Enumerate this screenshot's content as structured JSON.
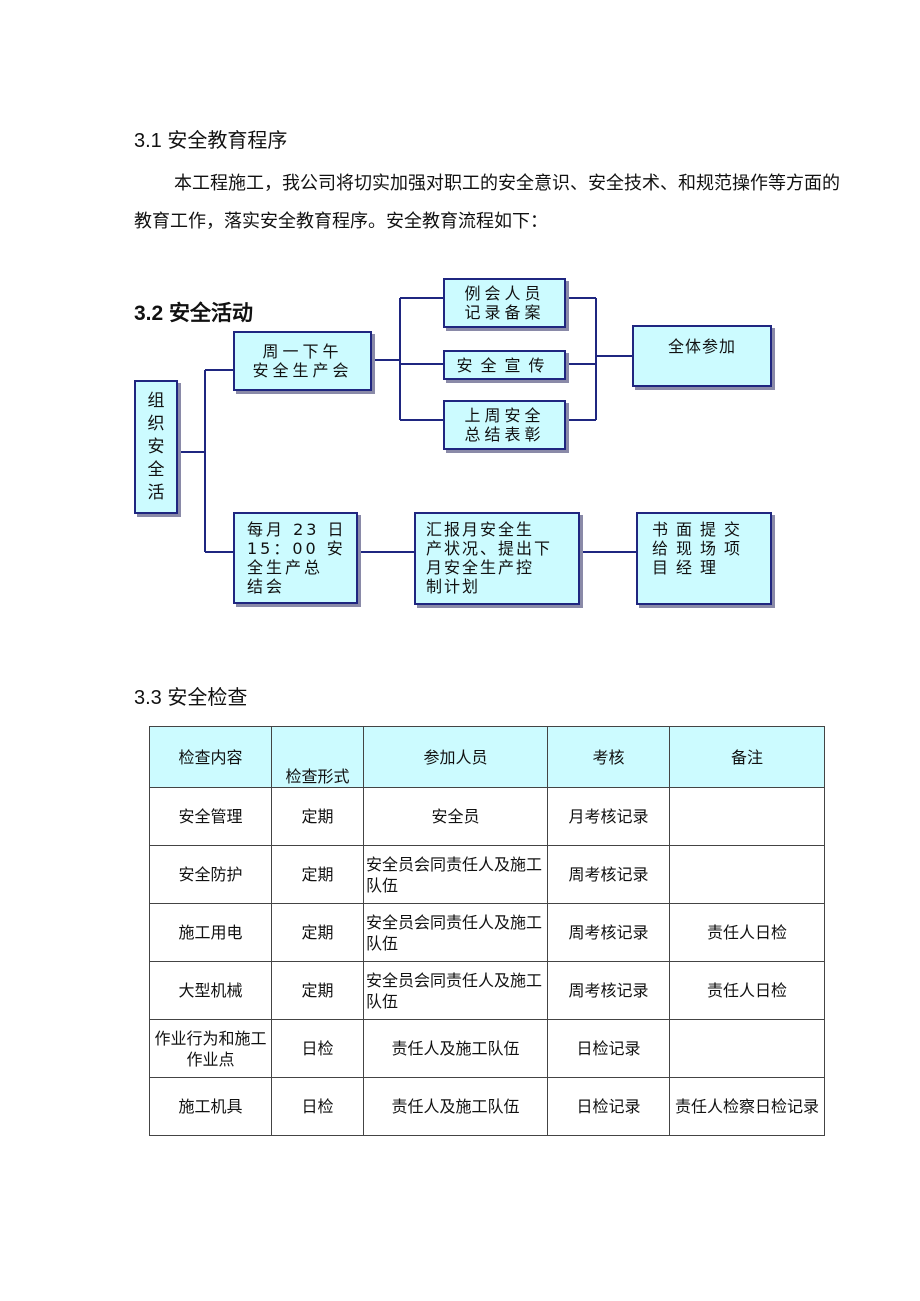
{
  "sections": {
    "s31_title": "3.1 安全教育程序",
    "s31_para": "本工程施工，我公司将切实加强对职工的安全意识、安全技术、和规范操作等方面的教育工作，落实安全教育程序。安全教育流程如下：",
    "s32_title": "3.2 安全活动",
    "s33_title": "3.3 安全检查"
  },
  "flow": {
    "left": "组织安全活",
    "weekly": [
      "周一下午",
      "安全生产会"
    ],
    "meeting_record": [
      "例会人员",
      "记录备案"
    ],
    "propaganda": "安全宣传",
    "last_week": [
      "上周安全",
      "总结表彰"
    ],
    "all_join": "全体参加",
    "monthly": [
      "每月 23 日",
      "15：00 安",
      "全生产总",
      "结会"
    ],
    "report": [
      "汇报月安全生",
      "产状况、提出下",
      "月安全生产控",
      "制计划"
    ],
    "written": [
      "书面提交",
      "给现场项",
      "目经理"
    ]
  },
  "table": {
    "headers": [
      "检查内容",
      "检查形式",
      "参加人员",
      "考核",
      "备注"
    ],
    "rows": [
      [
        "安全管理",
        "定期",
        "安全员",
        "月考核记录",
        ""
      ],
      [
        "安全防护",
        "定期",
        "安全员会同责任人及施工队伍",
        "周考核记录",
        ""
      ],
      [
        "施工用电",
        "定期",
        "安全员会同责任人及施工队伍",
        "周考核记录",
        "责任人日检"
      ],
      [
        "大型机械",
        "定期",
        "安全员会同责任人及施工队伍",
        "周考核记录",
        "责任人日检"
      ],
      [
        "作业行为和施工作业点",
        "日检",
        "责任人及施工队伍",
        "日检记录",
        ""
      ],
      [
        "施工机具",
        "日检",
        "责任人及施工队伍",
        "日检记录",
        "责任人检察日检记录"
      ]
    ]
  }
}
